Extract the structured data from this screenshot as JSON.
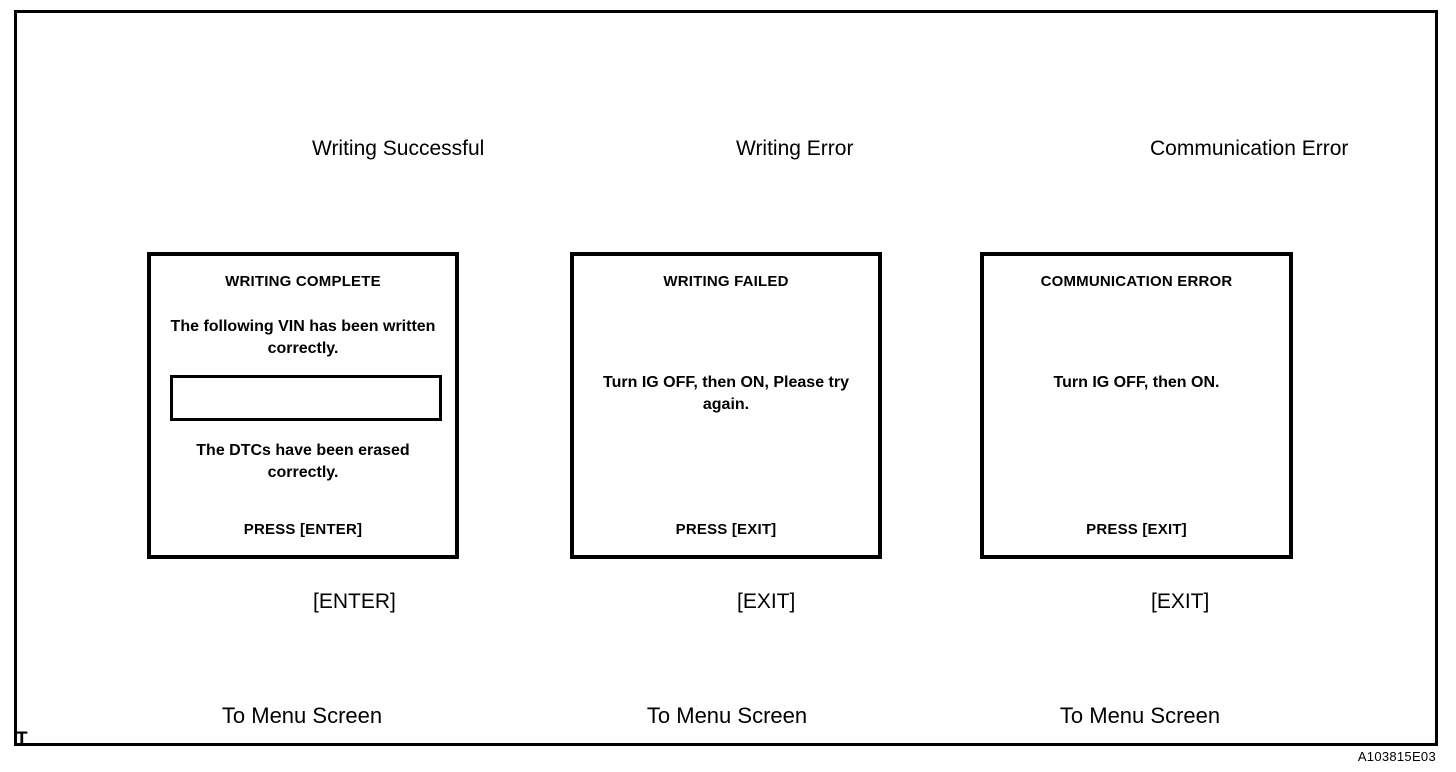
{
  "figure": {
    "id_code": "A103815E03",
    "sheet_marker": "T"
  },
  "branches": [
    {
      "name": "writing-successful",
      "label": "Writing Successful"
    },
    {
      "name": "writing-error",
      "label": "Writing Error"
    },
    {
      "name": "communication-error",
      "label": "Communication Error"
    }
  ],
  "screens": {
    "writing_complete": {
      "title": "WRITING COMPLETE",
      "line1": "The following VIN has been written correctly.",
      "vin_value": "",
      "line2": "The DTCs have been erased correctly.",
      "footer": "PRESS [ENTER]"
    },
    "writing_failed": {
      "title": "WRITING  FAILED",
      "body": "Turn IG OFF, then ON, Please try again.",
      "footer": "PRESS [EXIT]"
    },
    "communication_error": {
      "title": "COMMUNICATION ERROR",
      "body": "Turn IG OFF, then ON.",
      "footer": "PRESS [EXIT]"
    }
  },
  "exits": [
    {
      "name": "exit-enter",
      "key_label": "[ENTER]",
      "destination": "To Menu Screen"
    },
    {
      "name": "exit-exit-middle",
      "key_label": "[EXIT]",
      "destination": "To Menu Screen"
    },
    {
      "name": "exit-exit-right",
      "key_label": "[EXIT]",
      "destination": "To Menu Screen"
    }
  ],
  "colors": {
    "line": "#000000",
    "background": "#ffffff"
  }
}
